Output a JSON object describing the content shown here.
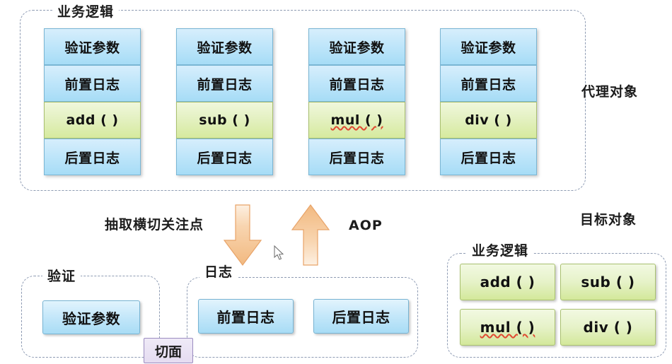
{
  "diagram": {
    "title": "Spring AOP proxy object vs target object diagram",
    "colors": {
      "blue_fill": "#c0e6fa",
      "blue_border": "#7ab6d4",
      "green_fill": "#e4f1c2",
      "green_border": "#a9c06f",
      "dashed_border": "#8e9bb3",
      "arrow_fill": "#f5c192",
      "chip_fill": "#e5dcf1",
      "chip_border": "#9b8cc0",
      "text": "#111111",
      "spellcheck_underline": "#e04a32"
    }
  },
  "proxy_section": {
    "group_label": "业务逻辑",
    "side_label": "代理对象",
    "columns": [
      {
        "rows": [
          {
            "text": "验证参数",
            "kind": "blue"
          },
          {
            "text": "前置日志",
            "kind": "blue"
          },
          {
            "text": "add (  )",
            "kind": "green",
            "spellcheck": false
          },
          {
            "text": "后置日志",
            "kind": "blue"
          }
        ]
      },
      {
        "rows": [
          {
            "text": "验证参数",
            "kind": "blue"
          },
          {
            "text": "前置日志",
            "kind": "blue"
          },
          {
            "text": "sub (  )",
            "kind": "green",
            "spellcheck": false
          },
          {
            "text": "后置日志",
            "kind": "blue"
          }
        ]
      },
      {
        "rows": [
          {
            "text": "验证参数",
            "kind": "blue"
          },
          {
            "text": "前置日志",
            "kind": "blue"
          },
          {
            "text": "mul (  )",
            "kind": "green",
            "spellcheck": true
          },
          {
            "text": "后置日志",
            "kind": "blue"
          }
        ]
      },
      {
        "rows": [
          {
            "text": "验证参数",
            "kind": "blue"
          },
          {
            "text": "前置日志",
            "kind": "blue"
          },
          {
            "text": "div (  )",
            "kind": "green",
            "spellcheck": false
          },
          {
            "text": "后置日志",
            "kind": "blue"
          }
        ]
      }
    ]
  },
  "middle": {
    "extract_label": "抽取横切关注点",
    "aop_label": "AOP",
    "down_arrow_name": "down-arrow",
    "up_arrow_name": "up-arrow"
  },
  "aspect_section": {
    "chip_label": "切面",
    "validate_group": {
      "label": "验证",
      "boxes": [
        {
          "text": "验证参数",
          "kind": "blue"
        }
      ]
    },
    "log_group": {
      "label": "日志",
      "boxes": [
        {
          "text": "前置日志",
          "kind": "blue"
        },
        {
          "text": "后置日志",
          "kind": "blue"
        }
      ]
    }
  },
  "target_section": {
    "side_label": "目标对象",
    "group_label": "业务逻辑",
    "boxes": [
      {
        "text": "add (  )",
        "kind": "green",
        "spellcheck": false
      },
      {
        "text": "sub (  )",
        "kind": "green",
        "spellcheck": false
      },
      {
        "text": "mul (  )",
        "kind": "green",
        "spellcheck": true
      },
      {
        "text": "div (  )",
        "kind": "green",
        "spellcheck": false
      }
    ]
  }
}
